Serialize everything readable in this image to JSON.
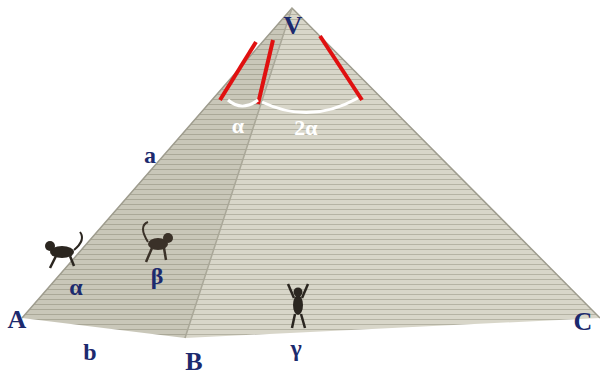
{
  "diagram": {
    "labels": [
      "V",
      "α",
      "2α",
      "a",
      "α",
      "β",
      "A",
      "b",
      "B",
      "γ",
      "C"
    ]
  }
}
